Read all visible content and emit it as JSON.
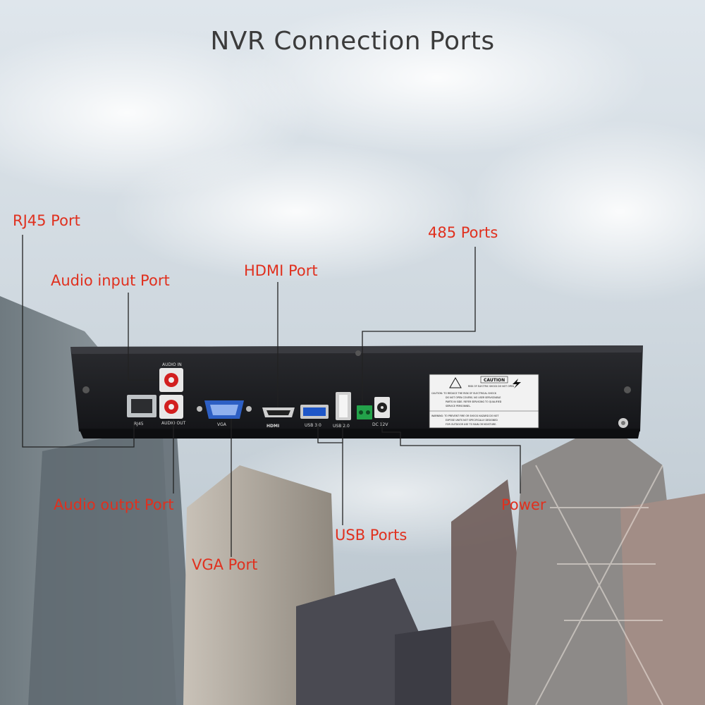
{
  "title": "NVR Connection Ports",
  "callouts": {
    "rj45": "RJ45 Port",
    "audio_in": "Audio input Port",
    "hdmi": "HDMI Port",
    "p485": "485 Ports",
    "audio_out": "Audio outpt Port",
    "vga": "VGA Port",
    "usb": "USB Ports",
    "power": "Power"
  },
  "panel_labels": {
    "audio_in": "AUDIO IN",
    "audio_out": "AUDIO OUT",
    "rj45": "RJ45",
    "vga": "VGA",
    "hdmi": "HDMI",
    "usb3": "USB 3.0",
    "usb2": "USB 2.0",
    "dc": "DC 12V"
  },
  "caution": {
    "heading": "CAUTION",
    "sub": "RISK OF ELECTRIC SHOCK DO NOT OPEN",
    "line1": "CAUTION: TO REDUCE THE RISK OF ELECTRICAL SHOCK",
    "line2": "DO NOT OPEN COVERS. NO USER SERVICEABLE",
    "line3": "PARTS IN SIDE. REFER SERVICING TO QUALIFIED",
    "line4": "SERVICE PERSONNEL.",
    "line5": "WARNING: TO PREVENT FIRE OR SHOCK HAZARD DO NOT",
    "line6": "EXPOSE UNITS NOT SPECIFICALLY DESIGNED",
    "line7": "FOR OUTDOOR USE TO RAIN OR MOISTURE."
  },
  "colors": {
    "callout": "#e0301e",
    "title": "#3b3b3b",
    "device": "#1c1d20"
  }
}
